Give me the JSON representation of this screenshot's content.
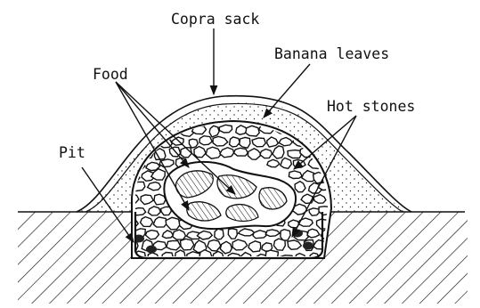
{
  "labels": {
    "copra_sack": "Copra sack",
    "banana_leaves": "Banana leaves",
    "food": "Food",
    "hot_stones": "Hot stones",
    "pit": "Pit"
  }
}
